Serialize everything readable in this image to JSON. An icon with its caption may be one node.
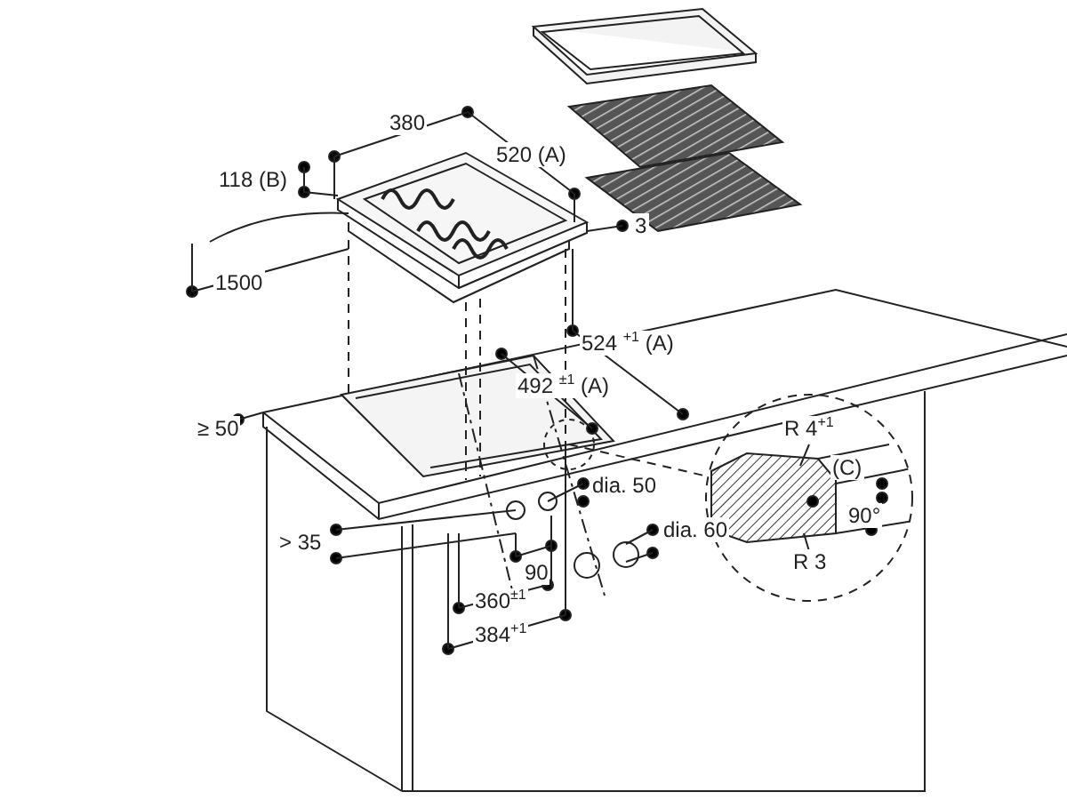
{
  "diagram": {
    "labels": [
      "380",
      "520 (A)",
      "118 (B)",
      "3",
      "1500",
      "524 $^{+1}$ (A)",
      "492 $^{±1}$ (A)",
      "≥ 50",
      "R 4$^{+1}$",
      "(C)",
      "dia. 50",
      "90°",
      "> 35",
      "dia. 60",
      "90",
      "R 3",
      "360$^{±1}$",
      "384$^{+1}$"
    ]
  }
}
